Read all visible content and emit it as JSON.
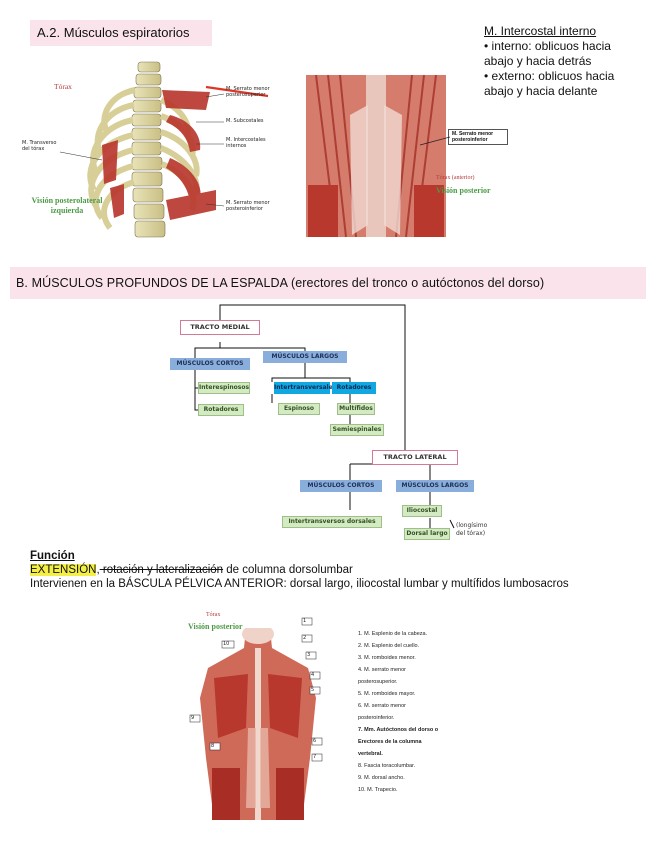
{
  "section_a": {
    "heading": "A.2. Músculos espiratorios",
    "note_title": "M. Intercostal interno",
    "note_lines": [
      "• interno: oblicuos hacia",
      "abajo y hacia detrás",
      "• externo: oblicuos hacia",
      "abajo y hacia delante"
    ],
    "fig1": {
      "torax": "Tórax",
      "transverso": "M. Transverso del tórax",
      "serrato_sup": "M. Serrato menor posterosuperior",
      "subcostales": "M. Subcostales",
      "intercostales": "M. Intercostales internos",
      "serrato_inf": "M. Serrato menor posteroinferior",
      "vision": "Visión posterolateral izquierda"
    },
    "fig2": {
      "callout": "M. Serrato menor posteroinferior",
      "torax": "Tórax (anterior)",
      "vision": "Visión posterior"
    }
  },
  "section_b": {
    "heading": "B. MÚSCULOS PROFUNDOS DE LA ESPALDA (erectores del tronco o autóctonos del dorso)",
    "diagram": {
      "tracto_medial": "TRACTO MEDIAL",
      "musculos_cortos": "MÚSCULOS CORTOS",
      "musculos_largos": "MÚSCULOS LARGOS",
      "interespinosos": "Interespinosos",
      "rotadores": "Rotadores",
      "intertransversales": "Intertransversales",
      "rotadores2": "Rotadores",
      "espinoso": "Espinoso",
      "multifidos": "Multífidos",
      "semiespinales": "Semiespinales",
      "tracto_lateral": "TRACTO LATERAL",
      "musculos_cortos_l": "MÚSCULOS CORTOS",
      "musculos_largos_l": "MÚSCULOS LARGOS",
      "intertransversos": "Intertransversos dorsales",
      "iliocostal": "Iliocostal",
      "dorsal_largo": "Dorsal largo",
      "longisimo": [
        "(longísimo",
        "del tórax)"
      ]
    }
  },
  "funcion": {
    "title": "Función",
    "extension": "EXTENSIÓN",
    "comma": ",",
    "rest_struck": " rotación y lateralización",
    "rest": " de columna dorsolumbar",
    "line2": "Intervienen en la BÁSCULA PÉLVICA ANTERIOR: dorsal largo, iliocostal lumbar y multífidos lumbosacros"
  },
  "fig3": {
    "torax": "Tórax",
    "vision": "Visión posterior",
    "legend": [
      "1. M. Esplenio de la cabeza.",
      "2. M. Esplenio del cuello.",
      "3. M. romboides menor.",
      "4. M. serrato menor",
      "posterosuperior.",
      "5. M. romboides mayor.",
      "6. M. serrato menor",
      "posteroinferior.",
      "7. Mm. Autóctonos del dorso o",
      "Erectores de la columna",
      "vertebral.",
      "8. Fascia toracolumbar.",
      "9. M. dorsal ancho.",
      "10. M. Trapecio."
    ],
    "tags": [
      "1",
      "2",
      "3",
      "4",
      "5",
      "6",
      "7",
      "8",
      "9",
      "10"
    ]
  },
  "colors": {
    "heading_bg": "#fbe3ec",
    "highlight": "#f3ee48",
    "muscle": "#c0443a",
    "green_text": "#4b9a46"
  }
}
